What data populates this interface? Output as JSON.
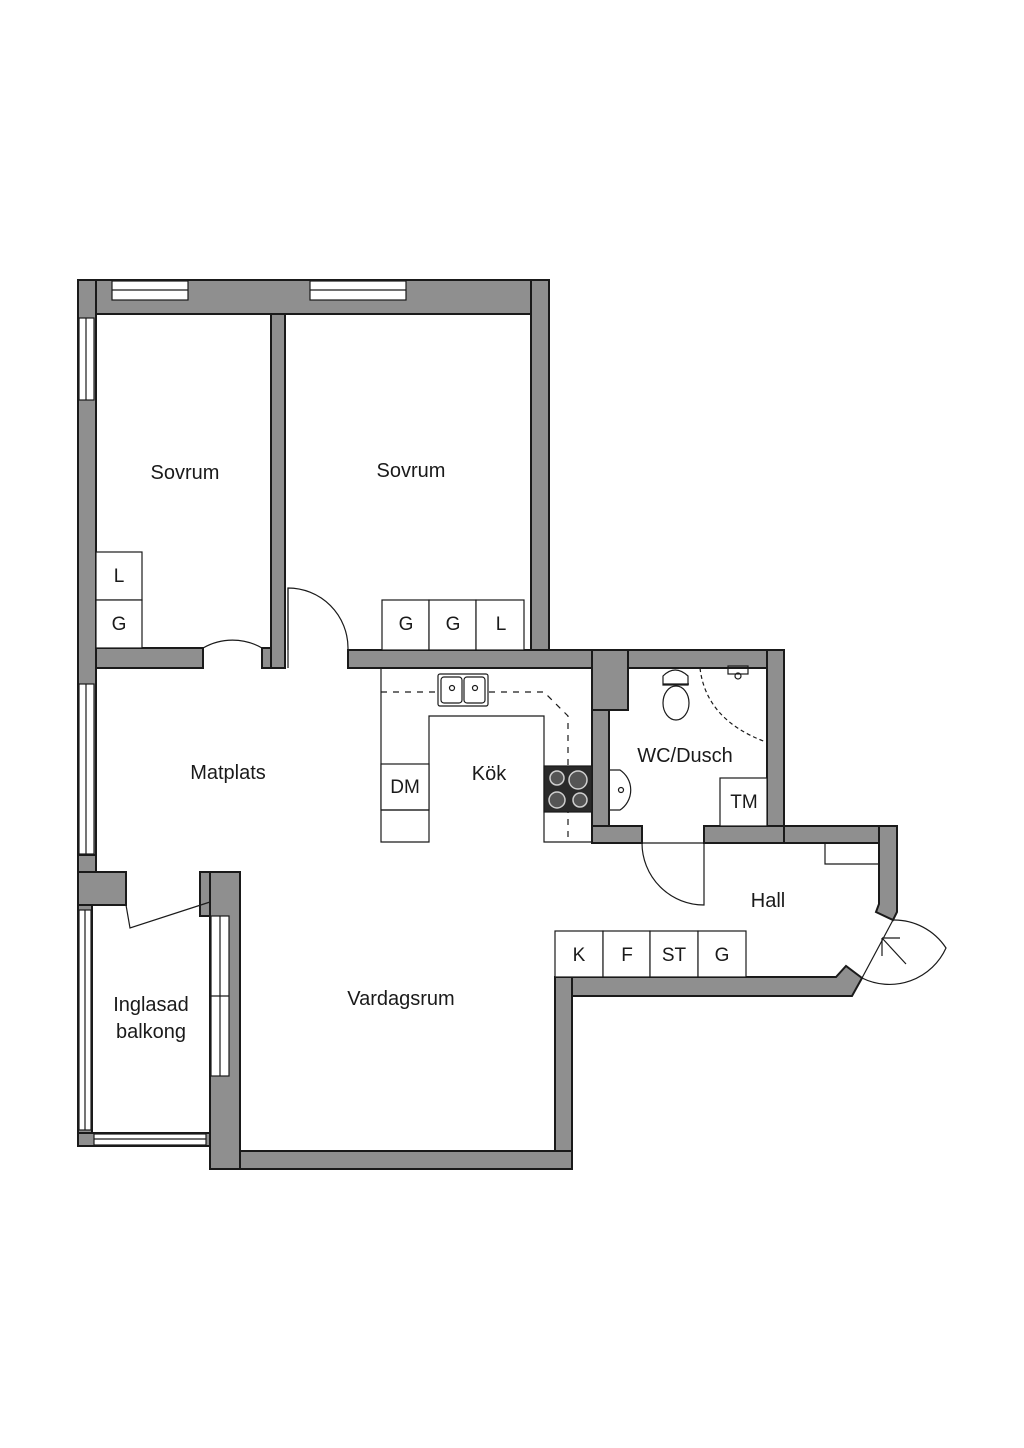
{
  "rooms": {
    "sovrum_left": "Sovrum",
    "sovrum_right": "Sovrum",
    "matplats": "Matplats",
    "kok": "Kök",
    "wc_dusch": "WC/Dusch",
    "hall": "Hall",
    "vardagsrum": "Vardagsrum",
    "balcony_line1": "Inglasad",
    "balcony_line2": "balkong"
  },
  "fixtures": {
    "bed1_wardrobe_l": "L",
    "bed1_wardrobe_g": "G",
    "bed2_wardrobe_g1": "G",
    "bed2_wardrobe_g2": "G",
    "bed2_wardrobe_l": "L",
    "kitchen_dm": "DM",
    "wc_tm": "TM",
    "hall_k": "K",
    "hall_f": "F",
    "hall_st": "ST",
    "hall_g": "G"
  },
  "colors": {
    "wall": "#8f8f8f",
    "line": "#1a1a1a",
    "background": "#ffffff"
  }
}
